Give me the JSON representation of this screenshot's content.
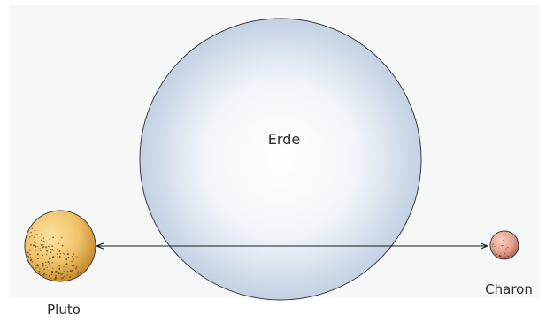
{
  "labels": {
    "earth": "Erde",
    "pluto": "Pluto",
    "charon": "Charon"
  },
  "colors": {
    "panel_bg": "#f6f7f7",
    "earth_center": "#ffffff",
    "earth_edge": "#c6d3e4",
    "pluto_center": "#f9d88a",
    "pluto_edge": "#c99539",
    "charon_center": "#f3c6b6",
    "charon_edge": "#c0705e",
    "line": "#1a1a1a"
  }
}
